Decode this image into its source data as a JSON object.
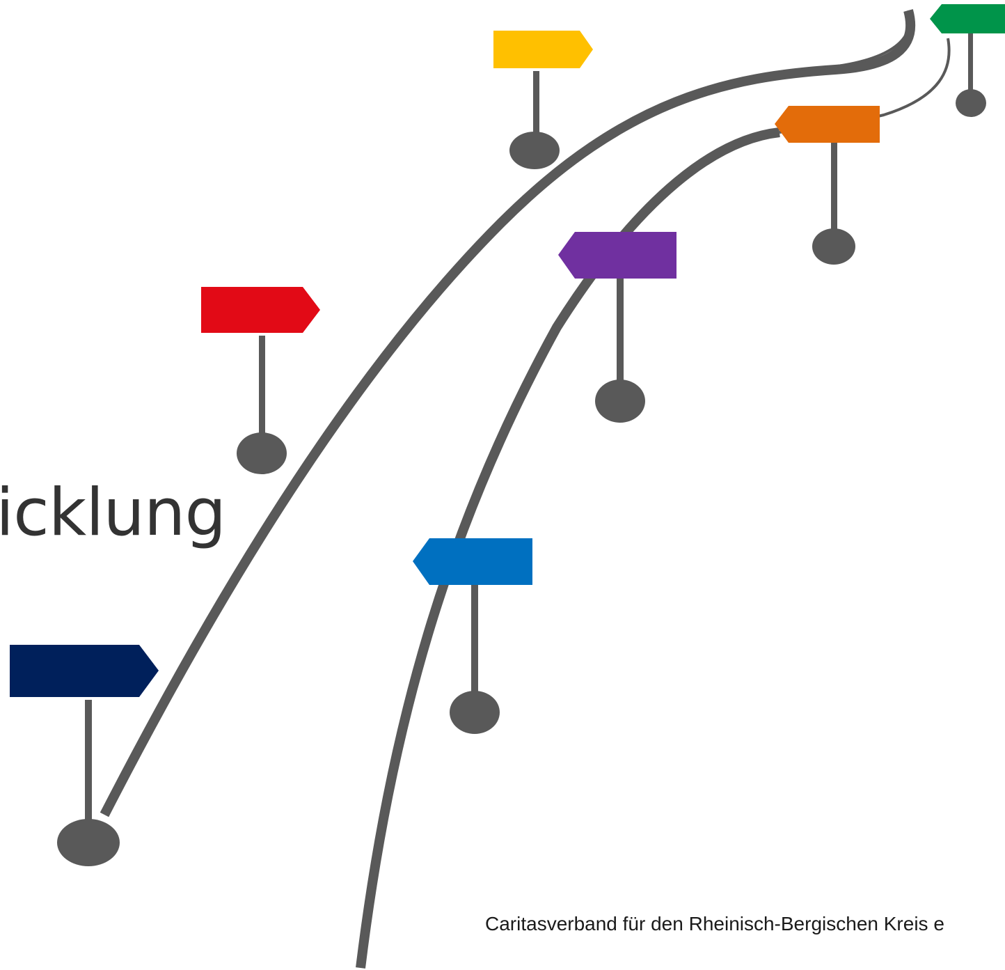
{
  "slide": {
    "title_fragment": "icklung",
    "footer": "Caritasverband für den Rheinisch-Bergischen Kreis e"
  },
  "colors": {
    "road": "#595959",
    "post": "#595959",
    "navy": "#00205B",
    "red": "#E20A16",
    "yellow": "#FFC000",
    "blue": "#0070C0",
    "purple": "#7030A0",
    "orange": "#E36C0A",
    "green": "#00944A"
  },
  "signposts": [
    {
      "name": "navy",
      "color": "#00205B",
      "direction": "right"
    },
    {
      "name": "red",
      "color": "#E20A16",
      "direction": "right"
    },
    {
      "name": "yellow",
      "color": "#FFC000",
      "direction": "right"
    },
    {
      "name": "blue",
      "color": "#0070C0",
      "direction": "left"
    },
    {
      "name": "purple",
      "color": "#7030A0",
      "direction": "left"
    },
    {
      "name": "orange",
      "color": "#E36C0A",
      "direction": "left"
    },
    {
      "name": "green",
      "color": "#00944A",
      "direction": "left"
    }
  ]
}
